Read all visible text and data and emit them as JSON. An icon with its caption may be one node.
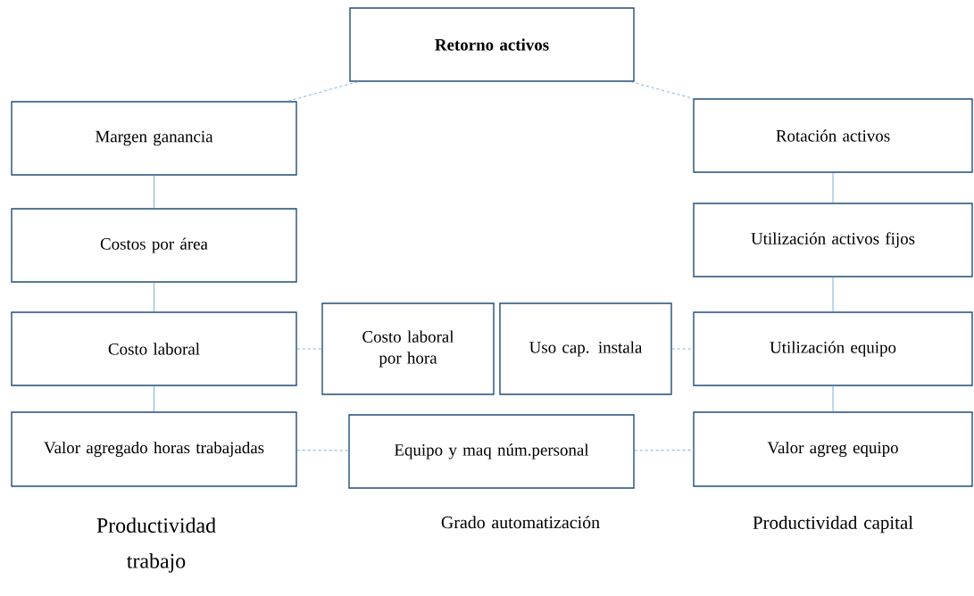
{
  "diagram": {
    "nodes": [
      {
        "text": [
          "Retorno activos"
        ]
      },
      {
        "text": [
          "Margen ganancia"
        ]
      },
      {
        "text": [
          "Rotación activos"
        ]
      },
      {
        "text": [
          "Costos por área"
        ]
      },
      {
        "text": [
          "Utilización activos fijos"
        ]
      },
      {
        "text": [
          "Costo laboral"
        ]
      },
      {
        "text": [
          "Costo laboral por hora"
        ]
      },
      {
        "text": [
          "Uso cap. instala"
        ]
      },
      {
        "text": [
          "Utilización equipo"
        ]
      },
      {
        "text": [
          "Valor agregado horas trabajadas"
        ]
      },
      {
        "text": [
          "Equipo y maq núm.personal"
        ]
      },
      {
        "text": [
          "Valor agreg equipo"
        ]
      }
    ],
    "edges": [
      {
        "from": 0,
        "to": 1,
        "arrow": "none",
        "style": "dashed"
      },
      {
        "from": 0,
        "to": 2,
        "arrow": "none",
        "style": "dashed"
      },
      {
        "from": 1,
        "to": 3,
        "arrow": "none"
      },
      {
        "from": 3,
        "to": 5,
        "arrow": "none"
      },
      {
        "from": 5,
        "to": 9,
        "arrow": "none"
      },
      {
        "from": 2,
        "to": 4,
        "arrow": "none"
      },
      {
        "from": 4,
        "to": 8,
        "arrow": "none"
      },
      {
        "from": 8,
        "to": 11,
        "arrow": "none"
      },
      {
        "from": 5,
        "to": 6,
        "arrow": "none",
        "style": "dashed"
      },
      {
        "from": 7,
        "to": 8,
        "arrow": "none",
        "style": "dashed"
      },
      {
        "from": 9,
        "to": 10,
        "arrow": "none",
        "style": "dashed"
      },
      {
        "from": 10,
        "to": 11,
        "arrow": "none",
        "style": "dashed"
      }
    ],
    "labels": [
      "Productividad trabajo",
      "Grado automatización",
      "Productividad capital"
    ]
  }
}
